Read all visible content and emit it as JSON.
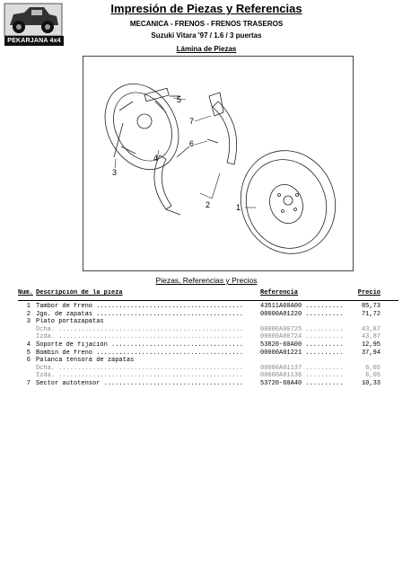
{
  "logo": {
    "text": "PEKARJANA 4x4"
  },
  "header": {
    "title": "Impresión de Piezas y Referencias",
    "category": "MECANICA - FRENOS - FRENOS TRASEROS",
    "vehicle": "Suzuki Vitara '97 / 1.6 / 3 puertas",
    "sheet": "Lámina de Piezas"
  },
  "diagram": {
    "callouts": [
      "5",
      "7",
      "6",
      "4",
      "3",
      "2",
      "1"
    ]
  },
  "parts": {
    "section_title": "Piezas, Referencias y Precios",
    "columns": {
      "num": "Num.",
      "desc": "Descripción de la pieza",
      "ref": "Referencia",
      "price": "Precio"
    },
    "rows": [
      {
        "num": "1",
        "desc": "Tambor de freno .......................................",
        "ref": "43511A60A00 ..........",
        "price": "85,73",
        "sub": false
      },
      {
        "num": "2",
        "desc": "Jgo. de zapatas .......................................",
        "ref": "00000A01220 ..........",
        "price": "71,72",
        "sub": false
      },
      {
        "num": "3",
        "desc": "Plato portazapatas",
        "ref": "",
        "price": "",
        "sub": false
      },
      {
        "num": "",
        "desc": "Dcha. .................................................",
        "ref": "00000A00725 ..........",
        "price": "43,87",
        "sub": true
      },
      {
        "num": "",
        "desc": "Izda. .................................................",
        "ref": "00000A00724 ..........",
        "price": "43,87",
        "sub": true
      },
      {
        "num": "4",
        "desc": "Soporte de fijación ...................................",
        "ref": "53820-60A00 ..........",
        "price": "12,95",
        "sub": false
      },
      {
        "num": "5",
        "desc": "Bombín de freno .......................................",
        "ref": "00000A01221 ..........",
        "price": "37,94",
        "sub": false
      },
      {
        "num": "6",
        "desc": "Palanca tensora de zapatas",
        "ref": "",
        "price": "",
        "sub": false
      },
      {
        "num": "",
        "desc": "Dcha. .................................................",
        "ref": "00000A01137 ..........",
        "price": "6,05",
        "sub": true
      },
      {
        "num": "",
        "desc": "Izda. .................................................",
        "ref": "00000A01136 ..........",
        "price": "6,05",
        "sub": true
      },
      {
        "num": "7",
        "desc": "Sector autotensor .....................................",
        "ref": "53720-60A40 ..........",
        "price": "10,33",
        "sub": false
      }
    ]
  }
}
